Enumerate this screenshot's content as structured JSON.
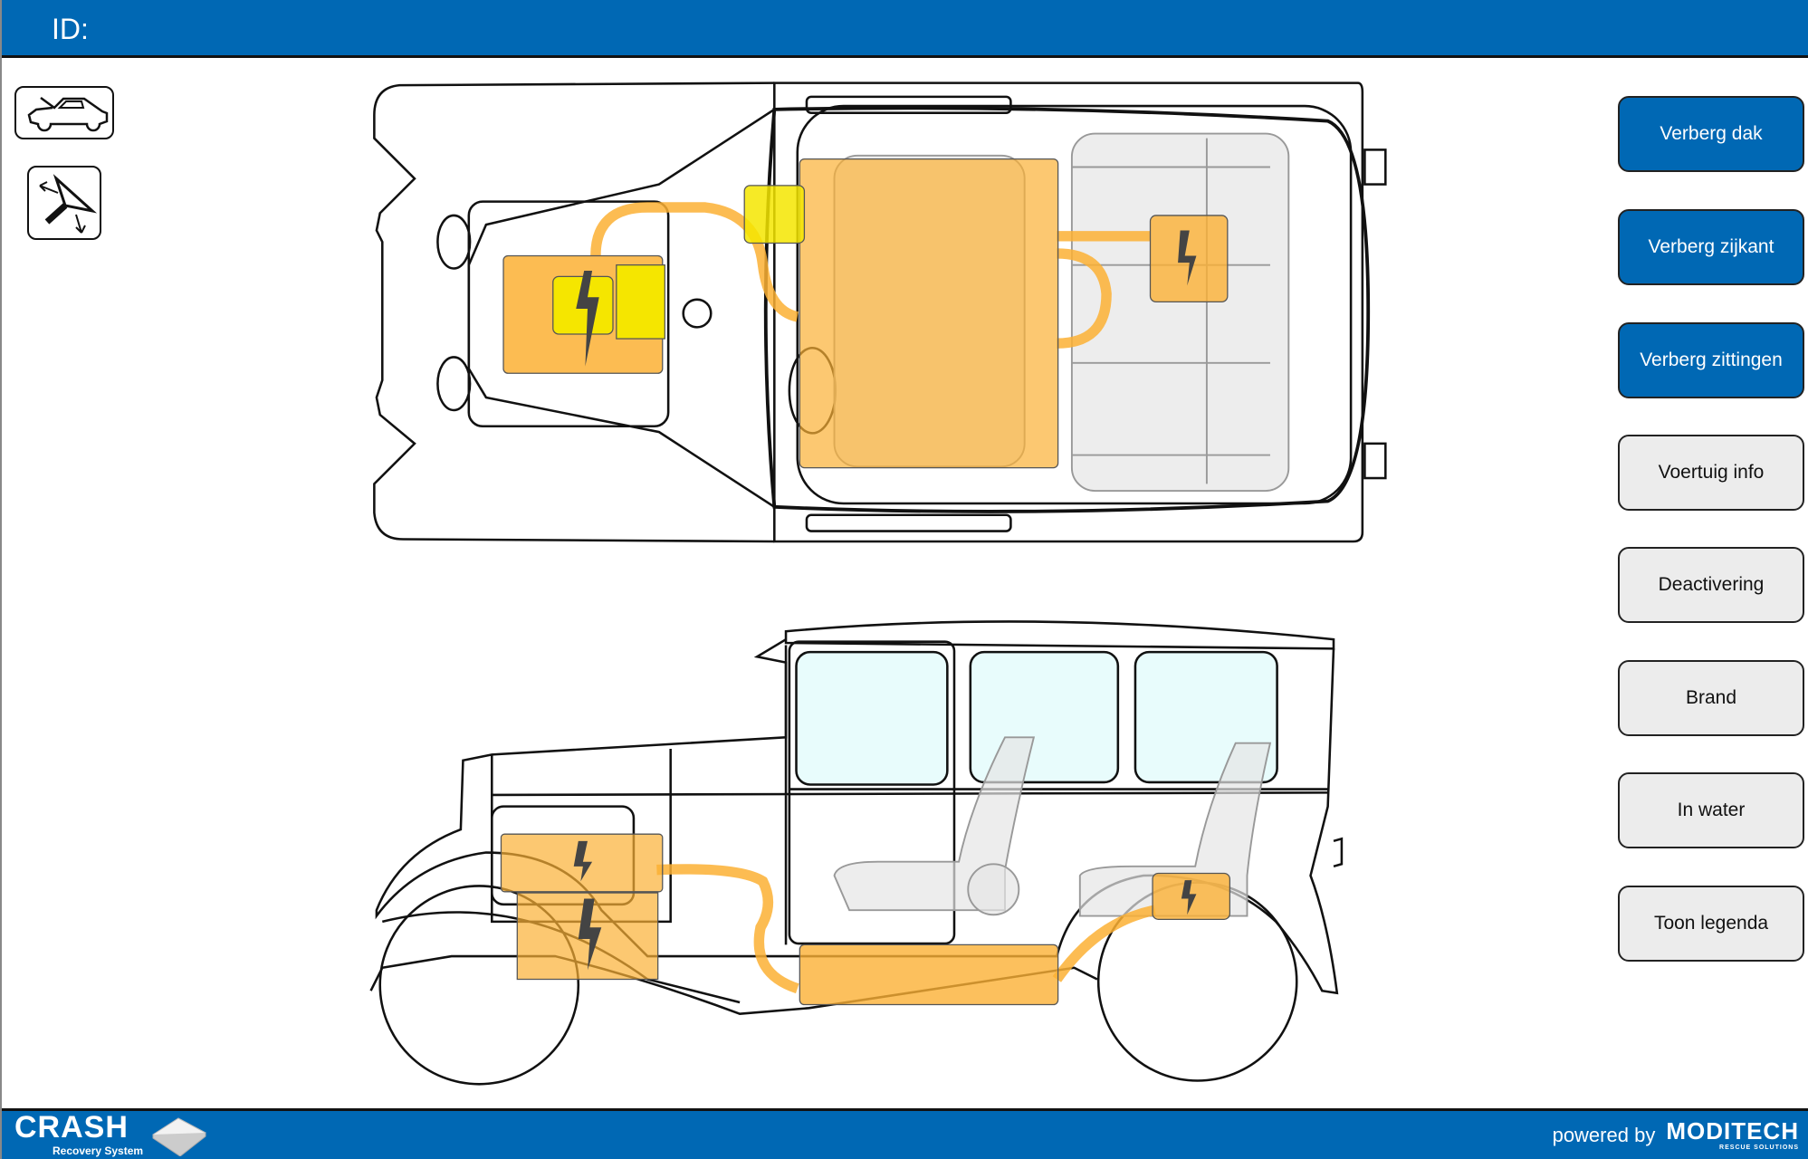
{
  "header": {
    "id_label": "ID:"
  },
  "tools": [
    {
      "icon": "car-hood-open-icon"
    },
    {
      "icon": "cut-tool-icon"
    }
  ],
  "buttons": [
    {
      "label": "Verberg dak",
      "style": "active"
    },
    {
      "label": "Verberg zijkant",
      "style": "active"
    },
    {
      "label": "Verberg zittingen",
      "style": "active"
    },
    {
      "label": "Voertuig info",
      "style": "normal"
    },
    {
      "label": "Deactivering",
      "style": "normal"
    },
    {
      "label": "Brand",
      "style": "normal"
    },
    {
      "label": "In water",
      "style": "normal"
    },
    {
      "label": "Toon legenda",
      "style": "normal"
    }
  ],
  "footer": {
    "brand": "CRASH",
    "brand_sub": "Recovery System",
    "powered_by": "powered by",
    "vendor": "MODITECH",
    "vendor_sub": "RESCUE SOLUTIONS"
  },
  "colors": {
    "accent": "#0068b4",
    "battery": "#fbb034",
    "switch": "#f5e600",
    "glass": "#e8fcfc"
  }
}
